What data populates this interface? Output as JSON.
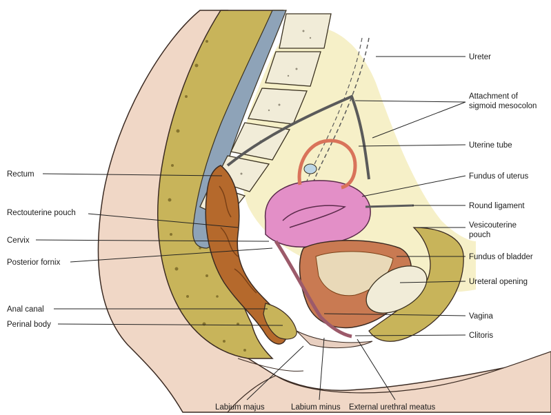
{
  "labels": {
    "ureter": "Ureter",
    "attachment_sigmoid_1": "Attachment of",
    "attachment_sigmoid_2": "sigmoid mesocolon",
    "uterine_tube": "Uterine tube",
    "fundus_uterus": "Fundus of uterus",
    "round_ligament": "Round ligament",
    "vesicouterine_1": "Vesicouterine",
    "vesicouterine_2": "pouch",
    "fundus_bladder": "Fundus of bladder",
    "ureteral_opening": "Ureteral opening",
    "vagina": "Vagina",
    "clitoris": "Clitoris",
    "rectum": "Rectum",
    "rectouterine_pouch": "Rectouterine pouch",
    "cervix": "Cervix",
    "posterior_fornix": "Posterior fornix",
    "anal_canal": "Anal canal",
    "perineal_body": "Perinal body",
    "labium_majus": "Labium majus",
    "labium_minus": "Labium minus",
    "external_urethral_meatus": "External urethral meatus"
  },
  "colors": {
    "skin": "#f0d7c6",
    "skin_edge": "#3a2a22",
    "fat": "#c8b45a",
    "fat_dot": "#6b5a1e",
    "bone": "#f1ecd8",
    "bone_edge": "#3a3120",
    "spinal_canal": "#8ea3b8",
    "peritoneum": "#f6f0c8",
    "rectum": "#b5692c",
    "rectum_dark": "#7a4016",
    "uterus": "#e38fc7",
    "uterus_edge": "#5a2a4a",
    "bladder": "#c97a52",
    "bladder_inner": "#e9d9b8",
    "tube": "#d9735a",
    "ureter": "#5a5a5a"
  }
}
